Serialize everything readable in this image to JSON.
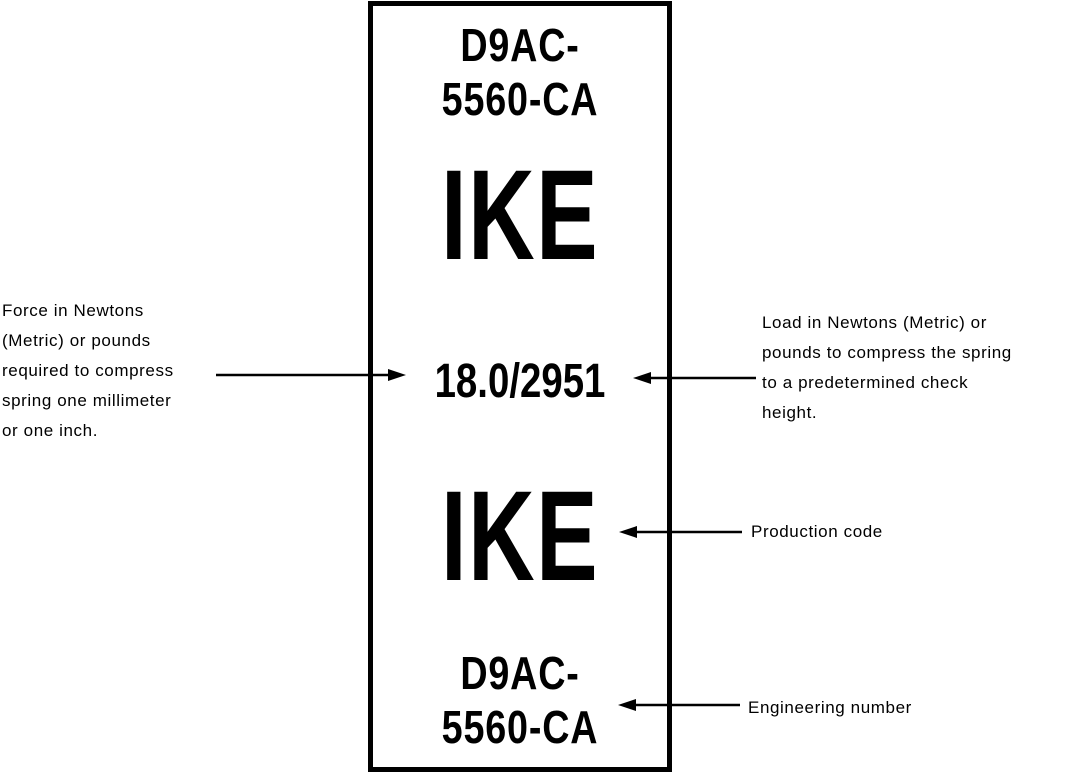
{
  "label": {
    "engineering_number_top": [
      "D9AC-",
      "5560-CA"
    ],
    "production_code_top": "IKE",
    "spring_rate": "18.0/2951",
    "production_code_bottom": "IKE",
    "engineering_number_bottom": [
      "D9AC-",
      "5560-CA"
    ]
  },
  "callouts": {
    "force": [
      "Force in Newtons",
      "(Metric) or pounds",
      "required to compress",
      "spring one millimeter",
      "or one inch."
    ],
    "load": [
      "Load in Newtons (Metric) or",
      "pounds to compress the spring",
      "to a predetermined check",
      "height."
    ],
    "production": "Production code",
    "engineering": "Engineering number"
  },
  "colors": {
    "ink": "#000000",
    "background": "#ffffff"
  }
}
